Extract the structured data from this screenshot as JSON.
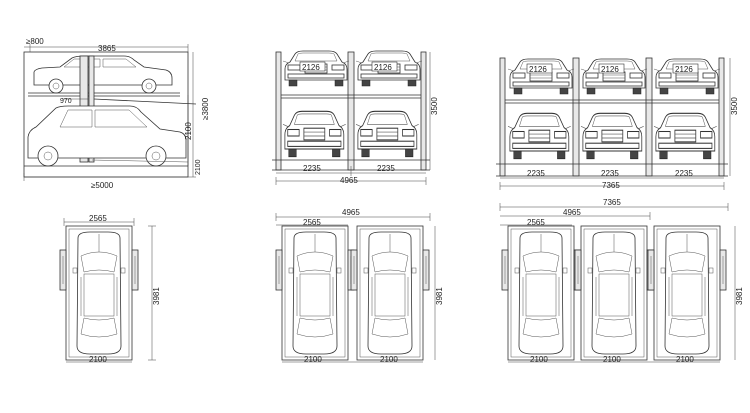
{
  "side_view": {
    "dims": {
      "approach": "≥800",
      "length": "3865",
      "height": "≥3800",
      "upper_clearance": "2100",
      "platform_gap": "970",
      "bottom": "2100",
      "floor": "≥5000"
    }
  },
  "front_view_2": {
    "plates": [
      "2126",
      "2126"
    ],
    "bay_widths": [
      "2235",
      "2235"
    ],
    "total_width": "4965",
    "height": "3500"
  },
  "front_view_3": {
    "plates": [
      "2126",
      "2126",
      "2126"
    ],
    "bay_widths": [
      "2235",
      "2235",
      "2235"
    ],
    "total_width": "7365",
    "height": "3500"
  },
  "plan_view_1": {
    "top_width": "2565",
    "length": "3981",
    "bottom_width": "2100"
  },
  "plan_view_2": {
    "total_width": "4965",
    "top_width": "2565",
    "length": "3981",
    "bottom_widths": [
      "2100",
      "2100"
    ]
  },
  "plan_view_3": {
    "total_width": "7365",
    "top_width": "4965",
    "sub_width": "2565",
    "length": "3981",
    "bottom_widths": [
      "2100",
      "2100",
      "2100"
    ]
  }
}
